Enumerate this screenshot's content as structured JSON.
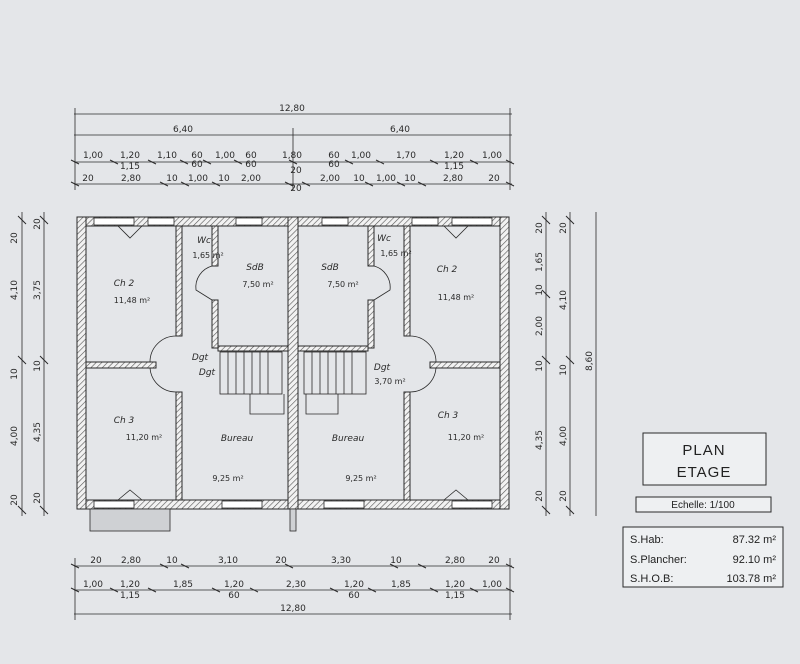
{
  "dimensions": {
    "top": {
      "total": "12,80",
      "halves": [
        "6,40",
        "6,40"
      ],
      "row3": [
        "1,00",
        "1,20",
        "1,15",
        "1,10",
        "60",
        "60",
        "1,00",
        "60",
        "60",
        "1,80",
        "60",
        "60",
        "1,00",
        "1,70",
        "1,20",
        "1,15",
        "1,00"
      ],
      "row4": [
        "20",
        "2,80",
        "10",
        "1,00",
        "10",
        "2,00",
        "20",
        "20",
        "2,00",
        "10",
        "1,00",
        "10",
        "2,80",
        "20"
      ]
    },
    "bottom": {
      "row1": [
        "20",
        "2,80",
        "10",
        "3,10",
        "20",
        "3,30",
        "10",
        "2,80",
        "20"
      ],
      "row2": [
        "1,00",
        "1,20",
        "1,15",
        "1,85",
        "1,20",
        "60",
        "2,30",
        "1,20",
        "60",
        "1,85",
        "1,20",
        "1,15",
        "1,00"
      ],
      "total": "12,80"
    },
    "left": [
      "20",
      "20",
      "4,10",
      "3,75",
      "10",
      "10",
      "4,00",
      "4,35",
      "20",
      "20"
    ],
    "right": [
      "20",
      "20",
      "1,65",
      "4,10",
      "10",
      "2,00",
      "10",
      "10",
      "8,60",
      "4,35",
      "4,00",
      "20",
      "20"
    ]
  },
  "rooms": [
    {
      "name": "Ch 2",
      "area": "11,48 m²"
    },
    {
      "name": "Ch 3",
      "area": "11,20 m²"
    },
    {
      "name": "Wc",
      "area": "1,65 m²"
    },
    {
      "name": "SdB",
      "area": "7,50 m²"
    },
    {
      "name": "Dgt",
      "area": ""
    },
    {
      "name": "Dgt",
      "area": ""
    },
    {
      "name": "Bureau",
      "area": "9,25 m²"
    },
    {
      "name": "SdB",
      "area": "7,50 m²"
    },
    {
      "name": "Wc",
      "area": "1,65 m²"
    },
    {
      "name": "Ch 2",
      "area": "11,48 m²"
    },
    {
      "name": "Dgt",
      "area": "3,70 m²"
    },
    {
      "name": "Bureau",
      "area": "9,25 m²"
    },
    {
      "name": "Ch 3",
      "area": "11,20 m²"
    }
  ],
  "title_block": {
    "line1": "PLAN",
    "line2": "ETAGE",
    "scale": "Echelle: 1/100"
  },
  "surfaces": [
    {
      "label": "S.Hab:",
      "value": "87.32 m²"
    },
    {
      "label": "S.Plancher:",
      "value": "92.10 m²"
    },
    {
      "label": "S.H.O.B:",
      "value": "103.78 m²"
    }
  ],
  "colors": {
    "background": "#e4e6e9",
    "ink": "#2a2a2a",
    "hatch": "#555555"
  }
}
